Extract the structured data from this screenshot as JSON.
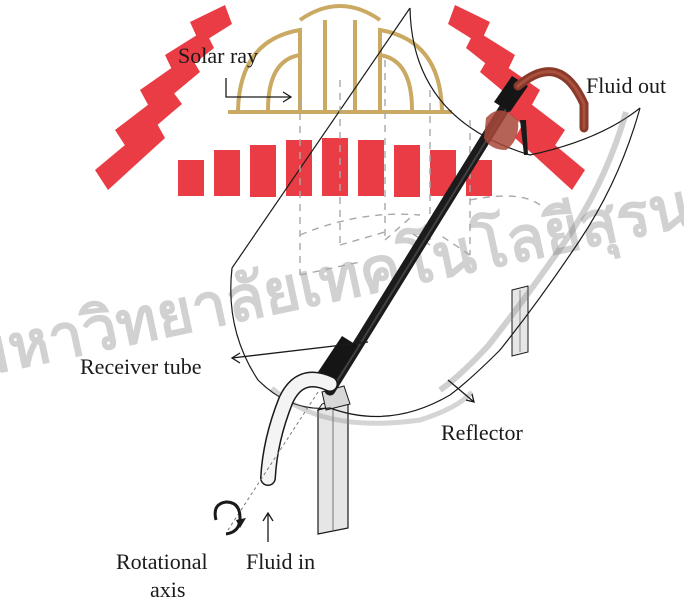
{
  "diagram": {
    "labels": {
      "solar_ray": "Solar ray",
      "fluid_out": "Fluid out",
      "receiver_tube": "Receiver tube",
      "reflector": "Reflector",
      "rotational_axis_line1": "Rotational",
      "rotational_axis_line2": "axis",
      "fluid_in": "Fluid in"
    },
    "watermark": {
      "text": "มหาวิทยาลัยเทคโนโลยีสุรนารี"
    },
    "colors": {
      "outline": "#1a1a1a",
      "receiver_tube": "#1b1b1b",
      "rotation_arrow": "#8a3a2a",
      "seal_red": "#e8323a",
      "seal_gold": "#c8a55a",
      "watermark_gray": "#c9c9c9",
      "support_post": "#e6e6e6",
      "ray_dashed": "#a8a8a8"
    }
  }
}
